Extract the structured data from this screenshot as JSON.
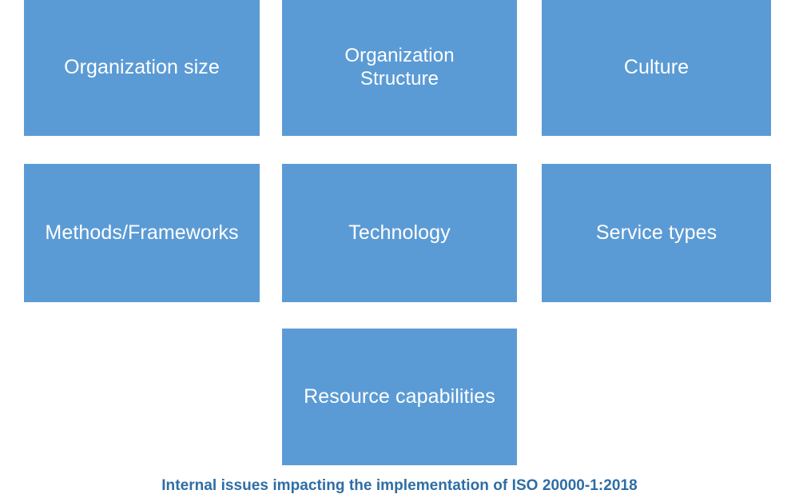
{
  "diagram": {
    "type": "grid-of-boxes",
    "box_fill_color": "#5B9BD5",
    "box_text_color": "#FFFFFF",
    "background_color": "#FFFFFF",
    "caption_color": "#2E6DA4",
    "rows": [
      {
        "boxes": [
          {
            "label": "Organization size"
          },
          {
            "label": "Organization\nStructure"
          },
          {
            "label": "Culture"
          }
        ]
      },
      {
        "boxes": [
          {
            "label": "Methods/Frameworks"
          },
          {
            "label": "Technology"
          },
          {
            "label": "Service types"
          }
        ]
      },
      {
        "boxes": [
          {
            "label": "Resource capabilities"
          }
        ]
      }
    ],
    "caption": "Internal issues impacting the implementation of ISO 20000-1:2018"
  }
}
